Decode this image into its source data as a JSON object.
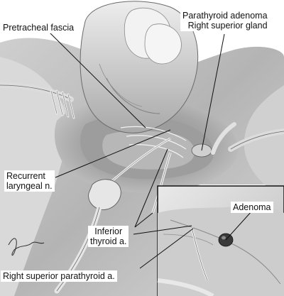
{
  "labels": {
    "pretracheal_fascia": "Pretracheal fascia",
    "parathyroid_adenoma": "Parathyroid adenoma",
    "right_superior_gland": "Right superior gland",
    "recurrent": "Recurrent",
    "laryngeal_n": "laryngeal n.",
    "inferior": "Inferior",
    "thyroid_a": "thyroid a.",
    "adenoma": "Adenoma",
    "right_superior_parathyroid_a": "Right superior parathyroid a."
  },
  "colors": {
    "ink": "#111111",
    "skin_mid": "#bdbdbd",
    "skin_light": "#e6e6e6",
    "shadow": "#6b6b6b",
    "instrument": "#d8d8d8"
  }
}
